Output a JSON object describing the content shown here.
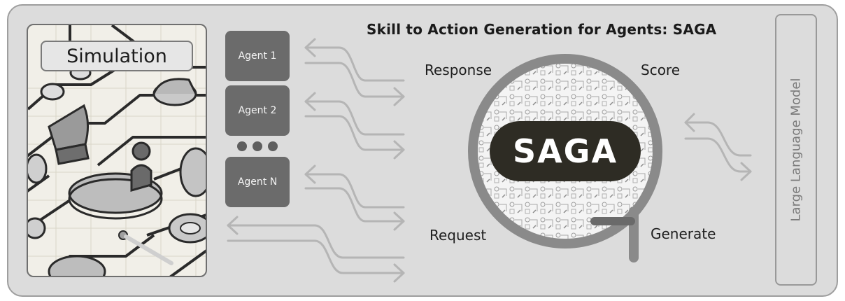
{
  "title": "Skill to Action Generation for Agents: SAGA",
  "simulation": {
    "label": "Simulation"
  },
  "agents": [
    {
      "label": "Agent 1"
    },
    {
      "label": "Agent 2"
    },
    {
      "label": "Agent N"
    }
  ],
  "cycle": {
    "center_label": "SAGA",
    "labels": {
      "response": "Response",
      "score": "Score",
      "request": "Request",
      "generate": "Generate"
    }
  },
  "llm": {
    "label": "Large Language Model"
  },
  "colors": {
    "panel": "#dcdcdc",
    "agent_box": "#6b6b6b",
    "arrows": "#b5b5b5",
    "ring": "#8a8a8a",
    "pill": "#2e2c24"
  }
}
